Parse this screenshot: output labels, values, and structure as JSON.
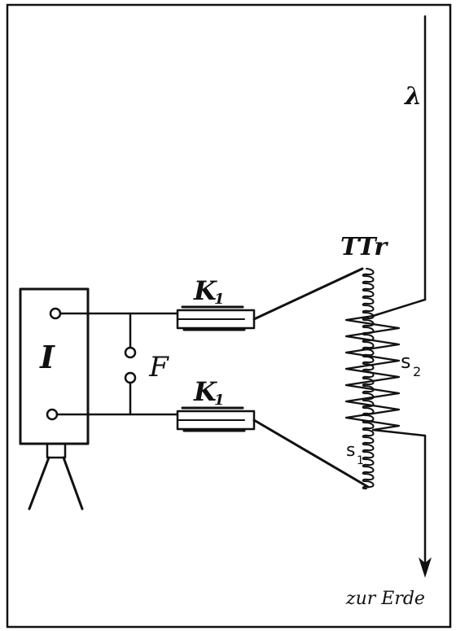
{
  "labels": {
    "inductor": "I",
    "spark_gap": "F",
    "capacitor_top": "K",
    "capacitor_top_sub": "1",
    "capacitor_bottom": "K",
    "capacitor_bottom_sub": "1",
    "transformer": "TTr",
    "secondary": "s",
    "secondary_sub": "2",
    "primary": "s",
    "primary_sub": "1",
    "antenna": "λ",
    "ground": "zur Erde"
  }
}
